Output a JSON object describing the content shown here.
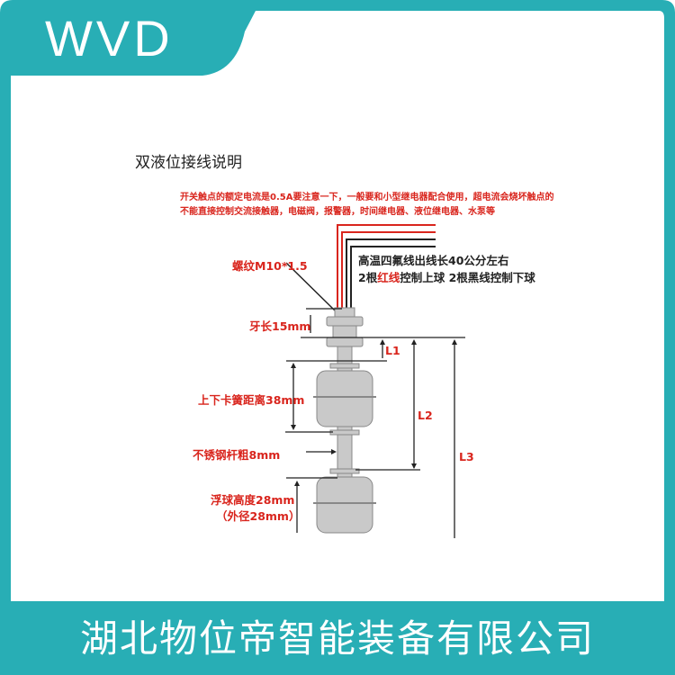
{
  "brand": {
    "logo": "WVD",
    "company": "湖北物位帝智能装备有限公司",
    "color": "#28aeb5"
  },
  "diagram": {
    "title": "双液位接线说明",
    "notes": [
      "开关触点的额定电流是0.5A要注意一下，一般要和小型继电器配合使用，超电流会烧坏触点的",
      "不能直接控制交流接触器，电磁阀，报警器，时间继电器、液位继电器、水泵等"
    ],
    "wire_info": {
      "line1": "高温四氟线出线长40公分左右",
      "line2_a": "2根",
      "line2_red": "红线",
      "line2_b": "控制上球 2根黑线控制下球"
    },
    "labels": {
      "thread": "螺纹M10*1.5",
      "thread_length": "牙长15mm",
      "clip_distance": "上下卡簧距离38mm",
      "rod": "不锈钢杆粗8mm",
      "float_height": "浮球高度28mm",
      "float_diameter": "（外径28mm）",
      "l1": "L1",
      "l2": "L2",
      "l3": "L3"
    }
  }
}
